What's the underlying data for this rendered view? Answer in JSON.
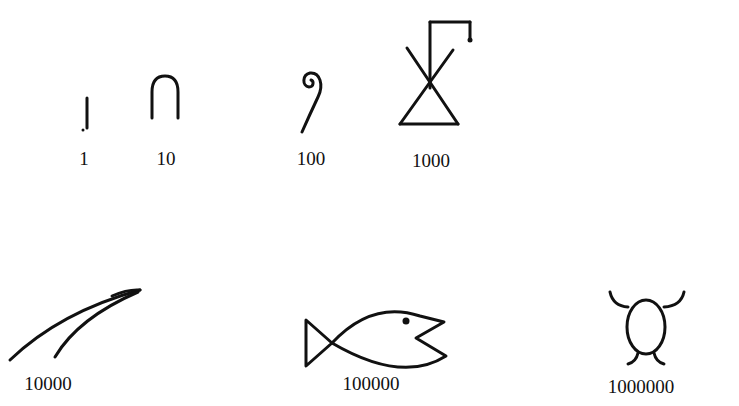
{
  "diagram": {
    "labels": [
      "1",
      "10",
      "100",
      "1000",
      "10000",
      "100000",
      "1000000"
    ]
  }
}
